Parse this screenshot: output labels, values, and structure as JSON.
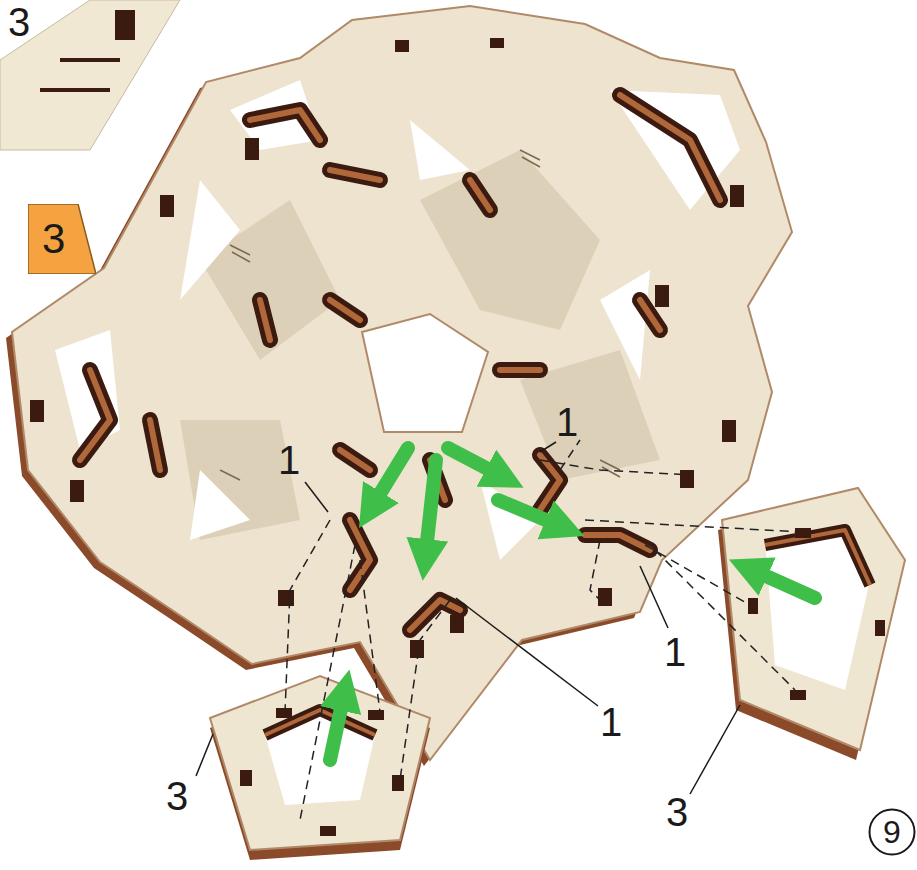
{
  "diagram": {
    "nodes": [
      {
        "text": [
          "3"
        ]
      },
      {
        "text": [
          "9"
        ]
      }
    ],
    "labels": [
      "3",
      "1",
      "1",
      "1",
      "1",
      "3",
      "3"
    ]
  }
}
